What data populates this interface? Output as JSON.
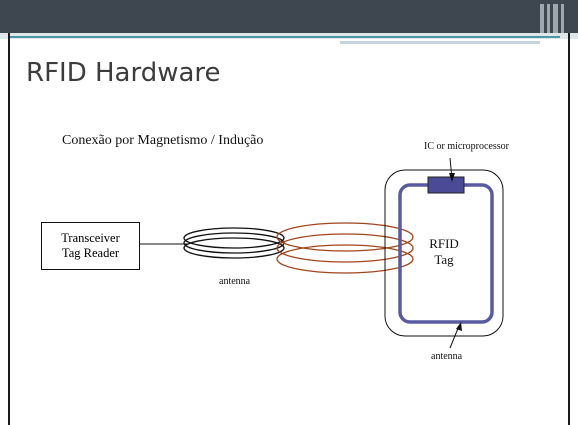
{
  "slide": {
    "title": "RFID Hardware",
    "subtitle": "Conexão por Magnetismo / Indução"
  },
  "diagram": {
    "reader_line1": "Transceiver",
    "reader_line2": "Tag Reader",
    "tag_line1": "RFID",
    "tag_line2": "Tag",
    "chip_label": "IC or microprocessor",
    "antenna_label_reader": "antenna",
    "antenna_label_tag": "antenna"
  },
  "colors": {
    "topbar": "#3e4650",
    "coil_field": "#a0461c",
    "tag_antenna": "#5a5aa0",
    "chip": "#4a4a96"
  }
}
